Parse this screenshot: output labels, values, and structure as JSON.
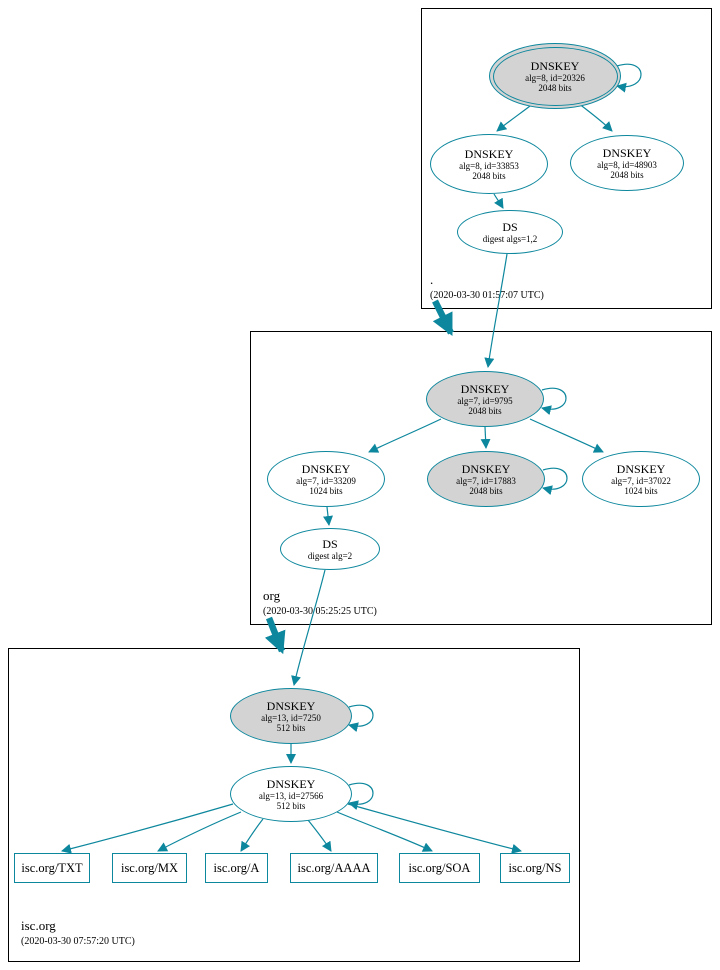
{
  "colors": {
    "line": "#0d879d",
    "ksk-fill": "#d3d3d3",
    "node-fill": "#ffffff",
    "zone-border": "#000000"
  },
  "zones": [
    {
      "label": ".",
      "timestamp": "(2020-03-30 01:57:07 UTC)",
      "nodes": [
        {
          "title": "DNSKEY",
          "detail": "alg=8, id=20326",
          "detail2": "2048 bits"
        },
        {
          "title": "DNSKEY",
          "detail": "alg=8, id=33853",
          "detail2": "2048 bits"
        },
        {
          "title": "DNSKEY",
          "detail": "alg=8, id=48903",
          "detail2": "2048 bits"
        },
        {
          "title": "DS",
          "detail": "digest algs=1,2"
        }
      ]
    },
    {
      "label": "org",
      "timestamp": "(2020-03-30 05:25:25 UTC)",
      "nodes": [
        {
          "title": "DNSKEY",
          "detail": "alg=7, id=9795",
          "detail2": "2048 bits"
        },
        {
          "title": "DNSKEY",
          "detail": "alg=7, id=33209",
          "detail2": "1024 bits"
        },
        {
          "title": "DNSKEY",
          "detail": "alg=7, id=17883",
          "detail2": "2048 bits"
        },
        {
          "title": "DNSKEY",
          "detail": "alg=7, id=37022",
          "detail2": "1024 bits"
        },
        {
          "title": "DS",
          "detail": "digest alg=2"
        }
      ]
    },
    {
      "label": "isc.org",
      "timestamp": "(2020-03-30 07:57:20 UTC)",
      "nodes": [
        {
          "title": "DNSKEY",
          "detail": "alg=13, id=7250",
          "detail2": "512 bits"
        },
        {
          "title": "DNSKEY",
          "detail": "alg=13, id=27566",
          "detail2": "512 bits"
        }
      ],
      "rrsets": [
        "isc.org/TXT",
        "isc.org/MX",
        "isc.org/A",
        "isc.org/AAAA",
        "isc.org/SOA",
        "isc.org/NS"
      ]
    }
  ]
}
